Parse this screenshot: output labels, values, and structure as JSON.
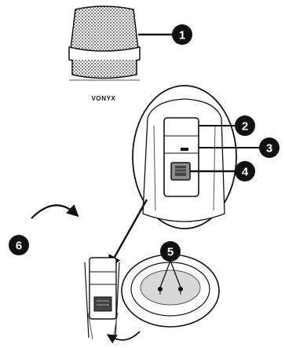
{
  "brand_label": "VONYX",
  "callouts": [
    {
      "id": "1",
      "label": "1"
    },
    {
      "id": "2",
      "label": "2"
    },
    {
      "id": "3",
      "label": "3"
    },
    {
      "id": "4",
      "label": "4"
    },
    {
      "id": "5",
      "label": "5"
    },
    {
      "id": "6",
      "label": "6"
    }
  ],
  "colors": {
    "ink": "#111111",
    "paper": "#ffffff",
    "shade": "#d8d8d8",
    "midtone": "#8c8c8c"
  },
  "icons": {
    "rotate_arrow": "curved-arrow-icon",
    "direction_arrow": "straight-arrow-icon"
  }
}
